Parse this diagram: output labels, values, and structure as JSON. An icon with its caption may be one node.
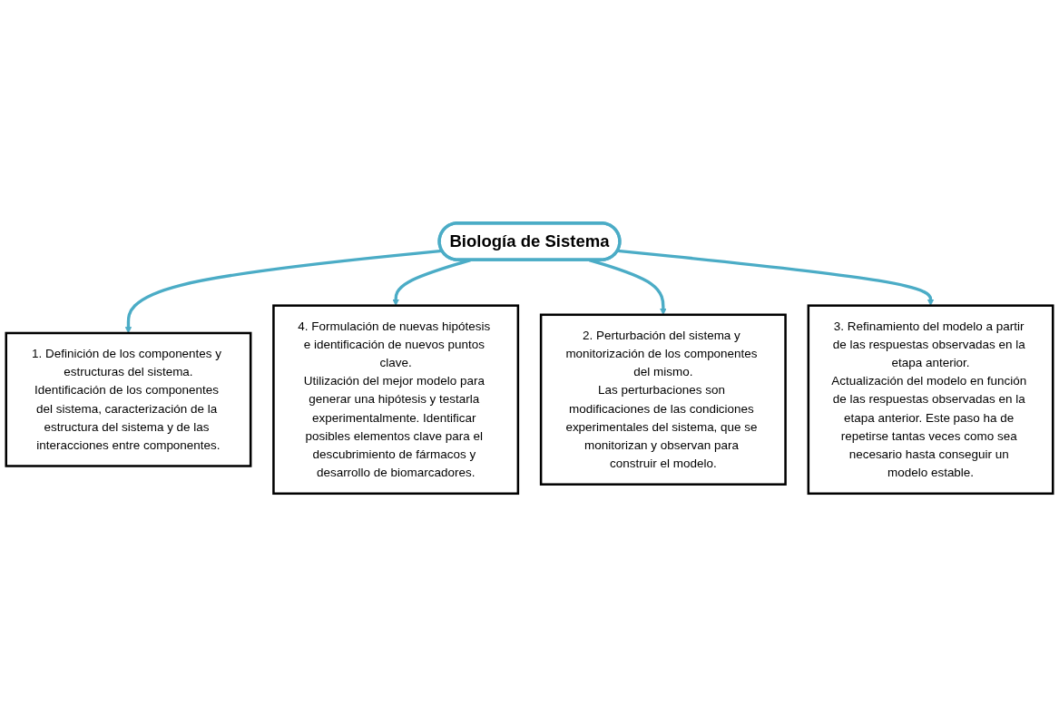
{
  "diagram": {
    "nodes": [
      {
        "text": [
          "1. Definición de los componentes y estructuras del sistema.",
          "Identificación de los componentes del sistema, caracterización de la estructura del sistema y de las interacciones entre componentes."
        ]
      },
      {
        "text": [
          "4. Formulación de nuevas hipótesis e identificación de nuevos puntos clave.",
          "Utilización del mejor modelo para generar una hipótesis y testarla experimentalmente. Identificar posibles elementos clave para el descubrimiento de fármacos y desarrollo de biomarcadores."
        ]
      },
      {
        "text": [
          "Biología de Sistema"
        ]
      },
      {
        "text": [
          "2. Perturbación del sistema y monitorización de los componentes del mismo.",
          "Las perturbaciones son modificaciones de las condiciones experimentales del sistema, que se monitorizan y observan para construir el modelo."
        ]
      },
      {
        "text": [
          "3. Refinamiento del modelo a partir de las respuestas observadas en la etapa anterior.",
          "Actualización del modelo en función de las respuestas observadas en la etapa anterior. Este paso ha de repetirse tantas veces como sea necesario hasta conseguir un modelo estable."
        ]
      }
    ],
    "edges": [
      {
        "from": 2,
        "to": 0,
        "arrow": "to"
      },
      {
        "from": 2,
        "to": 1,
        "arrow": "to"
      },
      {
        "from": 2,
        "to": 3,
        "arrow": "to"
      },
      {
        "from": 2,
        "to": 4,
        "arrow": "to"
      }
    ]
  }
}
